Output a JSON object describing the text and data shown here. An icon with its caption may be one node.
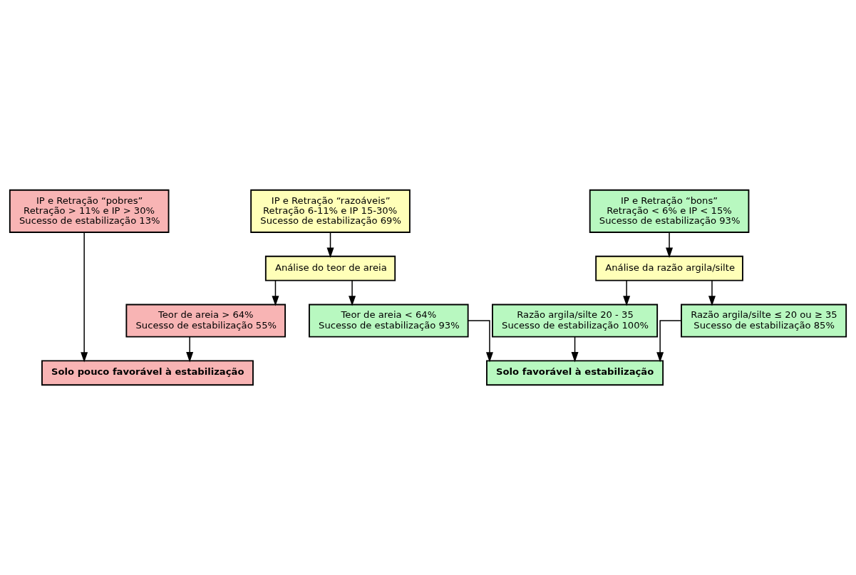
{
  "diagram": {
    "nodes": [
      {
        "text": [
          "IP e Retração “pobres”",
          "Retração > 11% e IP > 30%",
          "Sucesso de estabilização 13%"
        ]
      },
      {
        "text": [
          "IP e Retração “razoáveis”",
          "Retração 6-11% e IP 15-30%",
          "Sucesso de estabilização 69%"
        ]
      },
      {
        "text": [
          "IP e Retração “bons”",
          "Retração < 6% e IP < 15%",
          "Sucesso de estabilização 93%"
        ]
      },
      {
        "text": [
          "Análise do teor de areia"
        ]
      },
      {
        "text": [
          "Análise da razão argila/silte"
        ]
      },
      {
        "text": [
          "Teor de areia < 64%",
          "Sucesso de estabilização 93%"
        ]
      },
      {
        "text": [
          "Razão argila/silte ≤ 20 ou ≥ 35",
          "Sucesso de estabilização 85%"
        ]
      },
      {
        "text": [
          "Teor de areia > 64%",
          "Sucesso de estabilização 55%"
        ]
      },
      {
        "text": [
          "Razão argila/silte 20 - 35",
          "Sucesso de estabilização 100%"
        ]
      },
      {
        "text": [
          "Solo pouco favorável à estabilização"
        ]
      },
      {
        "text": [
          "Solo favorável à estabilização"
        ]
      }
    ],
    "edges": [
      {
        "from": 0,
        "to": 9,
        "arrow": "to"
      },
      {
        "from": 1,
        "to": 3,
        "arrow": "to"
      },
      {
        "from": 2,
        "to": 4,
        "arrow": "to"
      },
      {
        "from": 3,
        "to": 5,
        "arrow": "to"
      },
      {
        "from": 3,
        "to": 7,
        "arrow": "to"
      },
      {
        "from": 4,
        "to": 6,
        "arrow": "to"
      },
      {
        "from": 4,
        "to": 8,
        "arrow": "to"
      },
      {
        "from": 7,
        "to": 9,
        "arrow": "to"
      },
      {
        "from": 5,
        "to": 10,
        "arrow": "to"
      },
      {
        "from": 8,
        "to": 10,
        "arrow": "to"
      },
      {
        "from": 6,
        "to": 10,
        "arrow": "to"
      }
    ]
  }
}
